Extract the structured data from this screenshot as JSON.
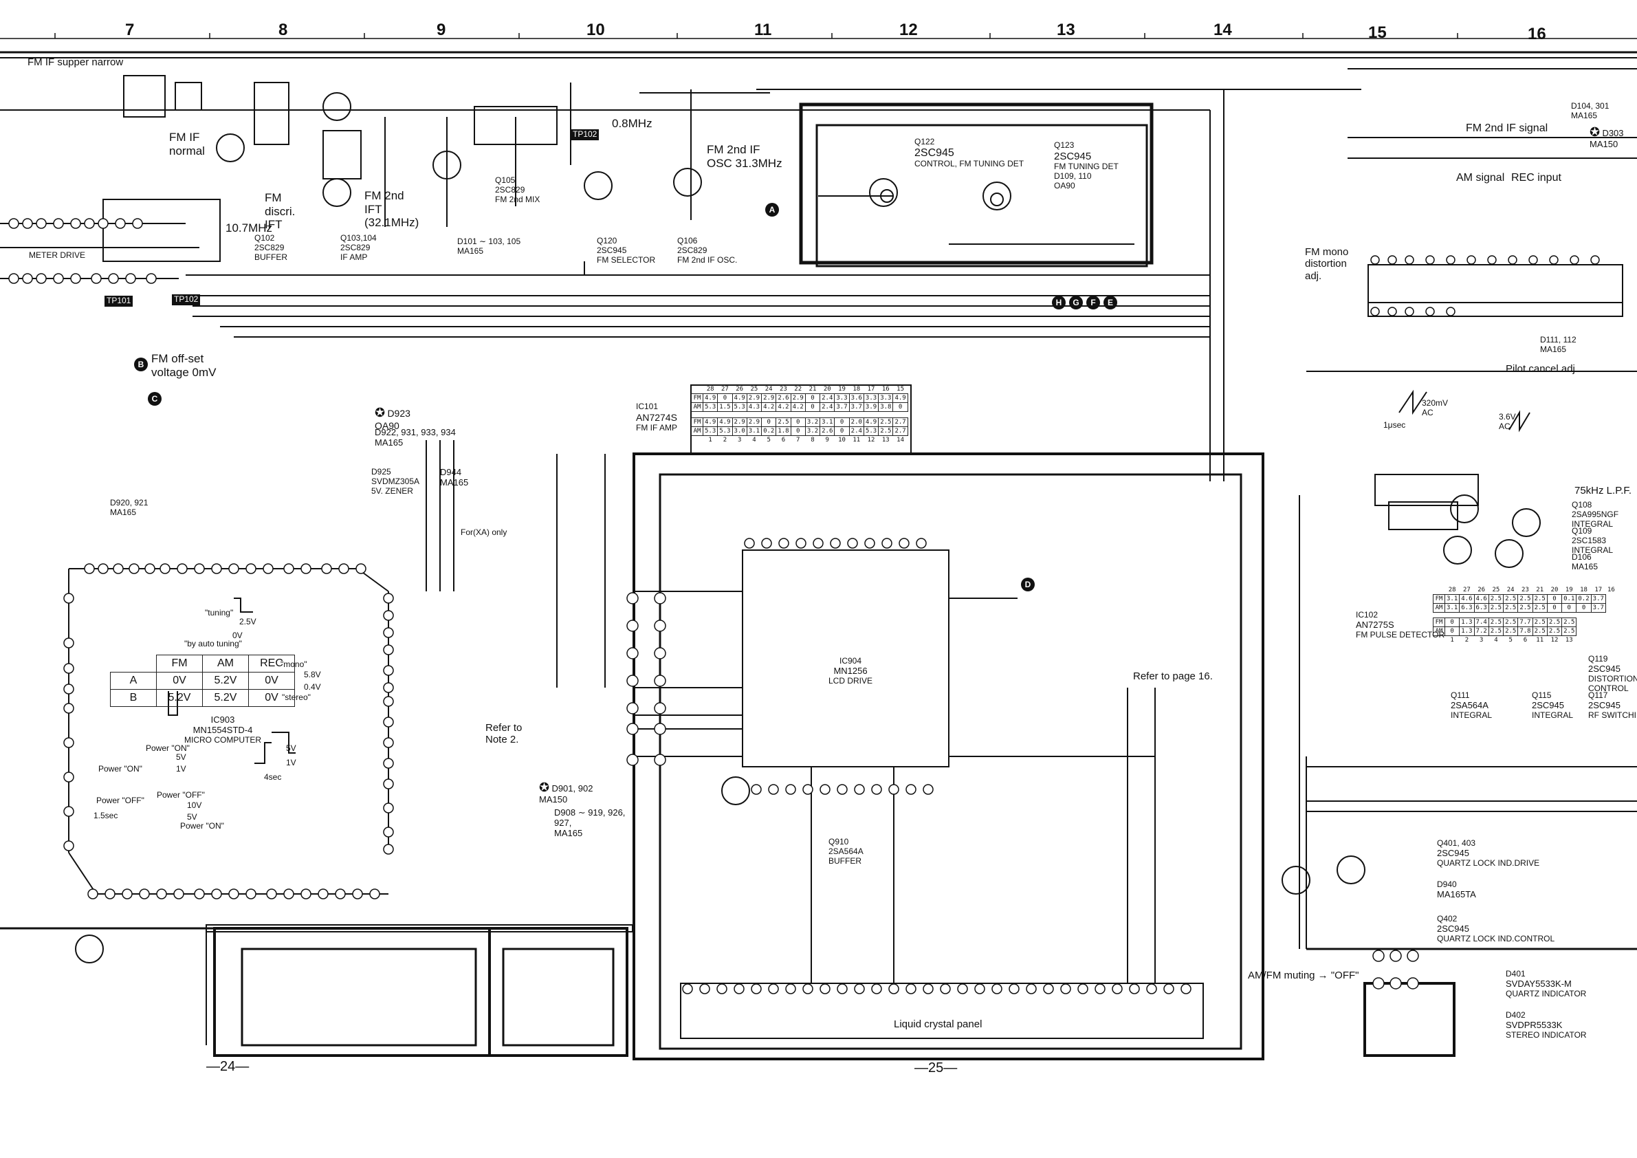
{
  "column_numbers": [
    "7",
    "8",
    "9",
    "10",
    "11",
    "12",
    "13",
    "14",
    "15",
    "16"
  ],
  "page_numbers": [
    "—24—",
    "—25—"
  ],
  "ic_blocks": [
    {
      "id": "IC903",
      "part": "MN1554STD-4",
      "desc": "MICRO COMPUTER"
    },
    {
      "id": "IC904",
      "part": "MN1256",
      "desc": "LCD DRIVE"
    },
    {
      "id": "IC101",
      "part": "AN7274S",
      "desc": "FM IF AMP"
    },
    {
      "id": "IC102",
      "part": "AN7275S",
      "desc": "FM PULSE DETECTOR"
    }
  ],
  "labels": {
    "fm_if_super_narrow": "FM IF supper narrow",
    "fm_if_normal": "FM IF\nnormal",
    "fm_discri_ift": "FM\ndiscri.\nIFT",
    "fm_2nd_ift": "FM 2nd\nIFT\n(32.1MHz)",
    "mhz_10_7": "10.7MHz",
    "mhz_0_8": "0.8MHz",
    "fm_2nd_if_osc": "FM 2nd IF\nOSC 31.3MHz",
    "fm_offset": "FM off-set\nvoltage 0mV",
    "fm_2nd_if_signal": "FM 2nd IF signal",
    "am_signal": "AM signal",
    "rec_input": "REC input",
    "fm_mono_distortion": "FM mono\ndistortion\nadj.",
    "pilot_cancel": "Pilot cancel adj.",
    "lpf_75k": "75kHz L.P.F.",
    "refer_page16": "Refer to page 16.",
    "refer_note2": "Refer to\nNote 2.",
    "liquid_crystal_panel": "Liquid crystal panel",
    "am_fm_muting": "AM/FM muting → \"OFF\"",
    "tuning": "\"tuning\"",
    "by_auto_tuning": "\"by auto tuning\"",
    "mono": "\"mono\"",
    "stereo": "\"stereo\"",
    "power_on": "Power \"ON\"",
    "power_off": "Power \"OFF\"",
    "sec_1_5": "1.5sec",
    "sec_4": "4sec",
    "v_5": "5V",
    "v_1": "1V",
    "v_10": "10V",
    "v_2_5": "2.5V",
    "v_0": "0V",
    "v_5_8": "5.8V",
    "v_0_4": "0.4V",
    "ac_320": "320mV\nAC",
    "ac_3_6": "3.6V\nAC",
    "sec_1": "1μsec",
    "for_xa_only": "For(XA) only",
    "meter_drive": "METER DRIVE",
    "d922_934": "D922, 931, 933, 934\nMA165",
    "d925": "D925\nSVDMZ305A\n5V. ZENER",
    "d944": "D944\nMA165",
    "d923": "D923\nOA90",
    "d920": "D920, 921\nMA165",
    "d901": "D901, 902\nMA150",
    "d908": "D908 ∼ 919, 926,\n927,\nMA165",
    "d101": "D101 ∼ 103, 105\nMA165",
    "d104": "D104, 301\nMA165",
    "d303": "D303\nMA150",
    "d111": "D111, 112\nMA165",
    "q910": "Q910\n2SA564A\nBUFFER"
  },
  "transistors": [
    {
      "ref": "Q102",
      "part": "2SC829",
      "func": "BUFFER"
    },
    {
      "ref": "Q103,104",
      "part": "2SC829",
      "func": "IF AMP"
    },
    {
      "ref": "Q105",
      "part": "2SC829",
      "func": "FM 2nd MIX"
    },
    {
      "ref": "Q120",
      "part": "2SC945",
      "func": "FM SELECTOR"
    },
    {
      "ref": "Q106",
      "part": "2SC829",
      "func": "FM 2nd IF OSC."
    },
    {
      "ref": "Q122",
      "part": "2SC945",
      "func": "CONTROL, FM TUNING DET"
    },
    {
      "ref": "Q123",
      "part": "2SC945",
      "func": "FM TUNING DET\nD109, 110\nOA90"
    },
    {
      "ref": "Q108",
      "part": "2SA995NGF",
      "func": "INTEGRAL"
    },
    {
      "ref": "Q109",
      "part": "2SC1583",
      "func": "INTEGRAL"
    },
    {
      "ref": "D106",
      "part": "MA165",
      "func": ""
    },
    {
      "ref": "Q119",
      "part": "2SC945",
      "func": "DISTORTION\nCONTROL"
    },
    {
      "ref": "Q111",
      "part": "2SA564A",
      "func": "INTEGRAL"
    },
    {
      "ref": "Q115",
      "part": "2SC945",
      "func": "INTEGRAL"
    },
    {
      "ref": "Q117",
      "part": "2SC945",
      "func": "RF SWITCHING"
    },
    {
      "ref": "Q401, 403",
      "part": "2SC945",
      "func": "QUARTZ LOCK IND.DRIVE"
    },
    {
      "ref": "D940",
      "part": "MA165TA",
      "func": ""
    },
    {
      "ref": "Q402",
      "part": "2SC945",
      "func": "QUARTZ LOCK IND.CONTROL"
    },
    {
      "ref": "D401",
      "part": "SVDAY5533K-M",
      "func": "QUARTZ INDICATOR"
    },
    {
      "ref": "D402",
      "part": "SVDPR5533K",
      "func": "STEREO INDICATOR"
    }
  ],
  "voltage_table": {
    "headers": [
      "",
      "FM",
      "AM",
      "REC"
    ],
    "rows": [
      [
        "A",
        "0V",
        "5.2V",
        "0V"
      ],
      [
        "B",
        "5.2V",
        "5.2V",
        "0V"
      ]
    ]
  },
  "ic101_pin_table": {
    "pins_top": [
      "28",
      "27",
      "26",
      "25",
      "24",
      "23",
      "22",
      "21",
      "20",
      "19",
      "18",
      "17",
      "16",
      "15"
    ],
    "rows_top": [
      [
        "FM",
        "4.9",
        "0",
        "4.9",
        "2.9",
        "2.9",
        "2.6",
        "2.9",
        "0",
        "2.4",
        "3.3",
        "3.6",
        "3.3",
        "3.3",
        "4.9"
      ],
      [
        "AM",
        "5.3",
        "1.5",
        "5.3",
        "4.3",
        "4.2",
        "4.2",
        "4.2",
        "0",
        "2.4",
        "3.7",
        "3.7",
        "3.9",
        "3.8",
        "0"
      ]
    ],
    "rows_bottom": [
      [
        "FM",
        "4.9",
        "4.9",
        "2.9",
        "2.9",
        "0",
        "2.5",
        "0",
        "3.2",
        "3.1",
        "0",
        "2.0",
        "4.9",
        "2.5",
        "2.7"
      ],
      [
        "AM",
        "5.3",
        "5.3",
        "3.0",
        "3.1",
        "0.2",
        "1.8",
        "0",
        "3.2",
        "2.6",
        "0",
        "2.4",
        "5.3",
        "2.5",
        "2.7"
      ]
    ],
    "pins_bottom": [
      "1",
      "2",
      "3",
      "4",
      "5",
      "6",
      "7",
      "8",
      "9",
      "10",
      "11",
      "12",
      "13",
      "14"
    ]
  },
  "ic102_pin_table": {
    "pins_top": [
      "28",
      "27",
      "26",
      "25",
      "24",
      "23",
      "21",
      "20",
      "19",
      "18",
      "17",
      "16"
    ],
    "rows_top": [
      [
        "FM",
        "3.1",
        "4.6",
        "4.6",
        "2.5",
        "2.5",
        "2.5",
        "2.5",
        "0",
        "0.1",
        "0.2",
        "3.7"
      ],
      [
        "AM",
        "3.1",
        "6.3",
        "6.3",
        "2.5",
        "2.5",
        "2.5",
        "2.5",
        "0",
        "0",
        "0",
        "3.7"
      ]
    ],
    "rows_bottom": [
      [
        "FM",
        "0",
        "1.3",
        "7.4",
        "2.5",
        "2.5",
        "7.7",
        "2.5",
        "2.5",
        "2.5"
      ],
      [
        "AM",
        "0",
        "1.3",
        "7.2",
        "2.5",
        "2.5",
        "7.8",
        "2.5",
        "2.5",
        "2.5"
      ]
    ],
    "pins_bottom": [
      "1",
      "2",
      "3",
      "4",
      "5",
      "6",
      "11",
      "12",
      "13"
    ]
  },
  "test_points": [
    "TP101",
    "TP102"
  ],
  "markers": [
    "A",
    "B",
    "C",
    "D",
    "E",
    "F",
    "G",
    "H"
  ]
}
